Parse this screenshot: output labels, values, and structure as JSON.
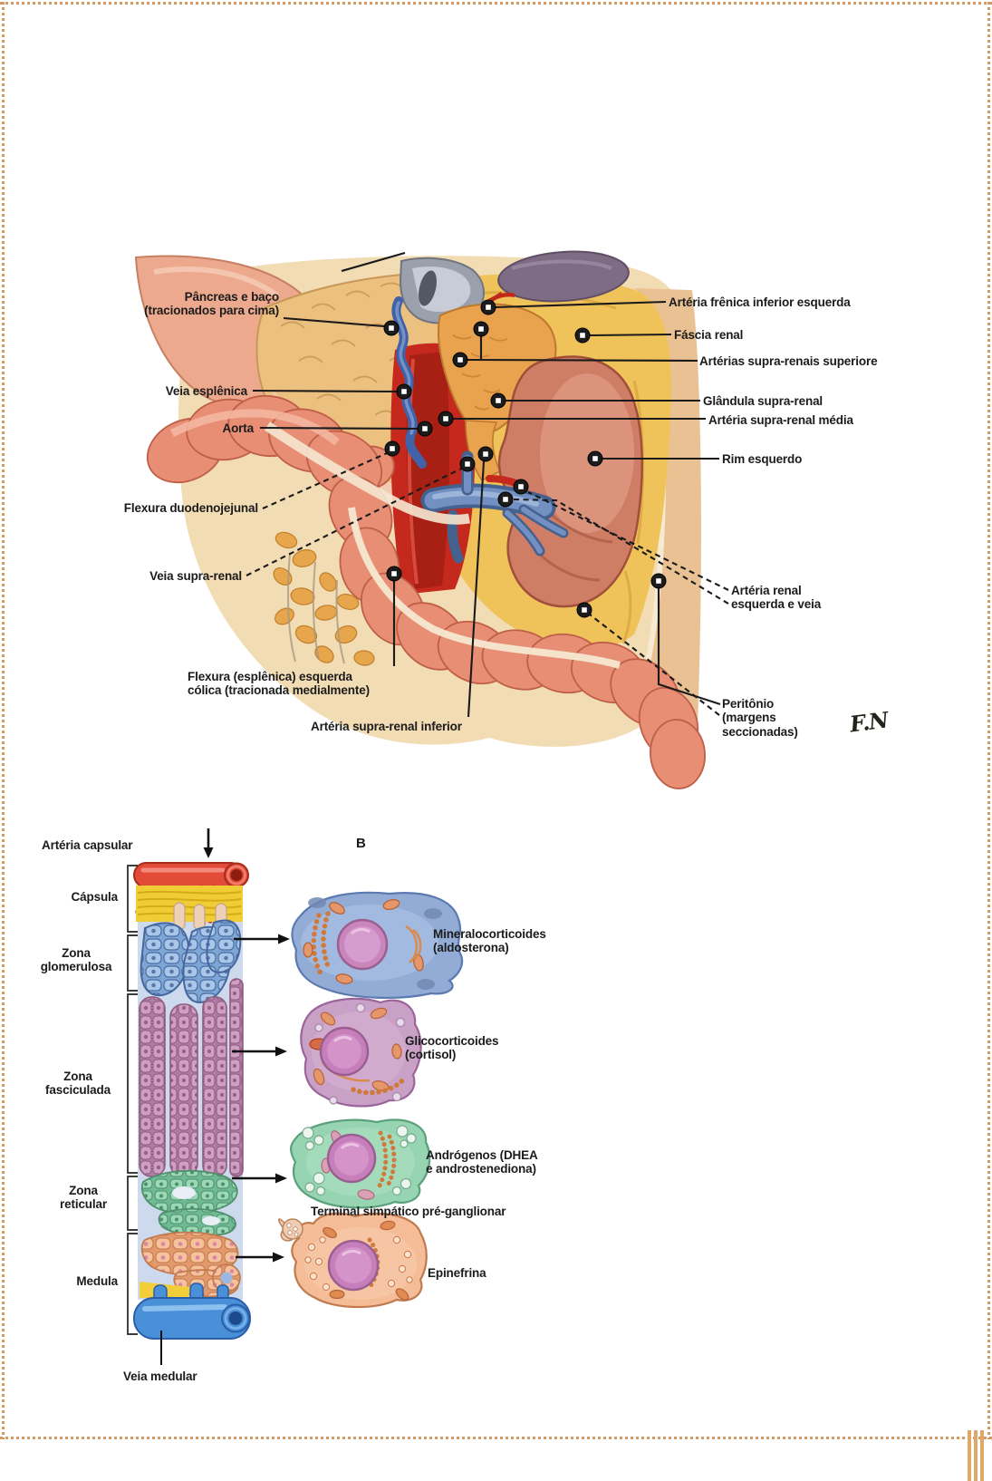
{
  "figure_a": {
    "labels": {
      "pancreas_baco": "Pâncreas e baço\n(tracionados para cima)",
      "veia_esplenica": "Veia esplênica",
      "aorta": "Aorta",
      "flexura_duodenojejunal": "Flexura duodenojejunal",
      "veia_supra_renal": "Veia supra-renal",
      "flexura_colica": "Flexura (esplênica) esquerda\ncólica (tracionada medialmente)",
      "arteria_supra_renal_inferior": "Artéria supra-renal inferior",
      "arteria_frenica": "Artéria frênica inferior esquerda",
      "fascia_renal": "Fáscia renal",
      "arterias_supra_renais_superiores": "Artérias supra-renais superiore",
      "glandula_supra_renal": "Glândula supra-renal",
      "arteria_supra_renal_media": "Artéria supra-renal média",
      "rim_esquerdo": "Rim esquerdo",
      "arteria_renal": "Artéria renal\nesquerda e veia",
      "peritonio": "Peritônio\n(margens\nseccionadas)"
    },
    "signature": "F.N"
  },
  "figure_b": {
    "panel_label": "B",
    "labels": {
      "arteria_capsular": "Artéria capsular",
      "capsula": "Cápsula",
      "zona_glomerulosa": "Zona\nglomerulosa",
      "zona_fasciculada": "Zona\nfasciculada",
      "zona_reticular": "Zona\nreticular",
      "medula": "Medula",
      "veia_medular": "Veia medular",
      "mineralocorticoides": "Mineralocorticoides\n(aldosterona)",
      "glicocorticoides": "Glicocorticoides\n(cortisol)",
      "androgenos": "Andrógenos (DHEA\ne androstenediona)",
      "terminal_simpatico": "Terminal simpático pré-ganglionar",
      "epinefrina": "Epinefrina"
    }
  },
  "palette": {
    "page_border": "#d49a62",
    "corner_bars": "#dfa768",
    "label_text": "#1b1b1b",
    "colon_pink": "#e78e74",
    "kidney": "#cf7d64",
    "fat_yellow": "#f0c35a",
    "aorta_red": "#c5281c",
    "vein_blue": "#5f80b6",
    "gland_orange": "#e9a24e",
    "capsule_yellow": "#f1cd35",
    "glomerulosa_blue": "#8fb3de",
    "fasciculata_pink": "#c991b8",
    "reticularis_green": "#8ed0ab",
    "medulla_orange": "#f2b68c",
    "medullary_vein_blue": "#4a90d9",
    "nucleus_pink": "#c886bc"
  }
}
